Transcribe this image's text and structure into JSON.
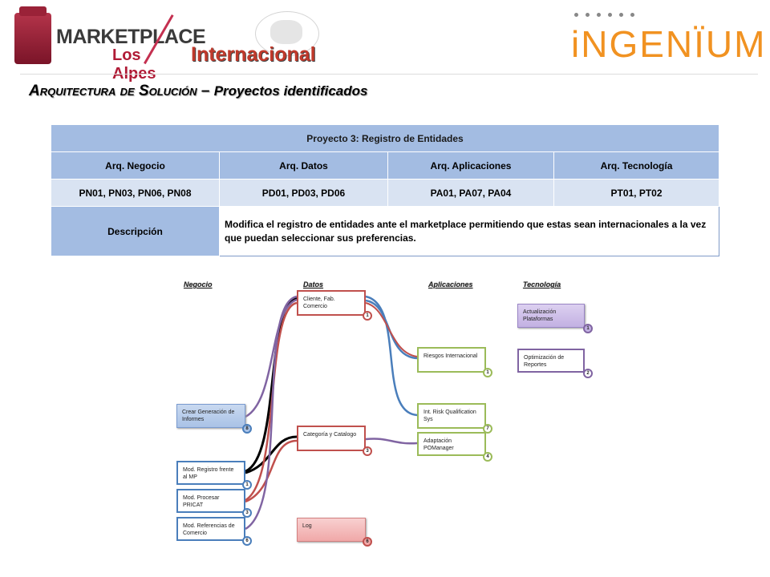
{
  "header": {
    "logo_main": "MARKETPLACE",
    "logo_sub": "Los Alpes",
    "logo_tag": "Internacional",
    "partner_logo": "iNGENÏUM"
  },
  "title": {
    "main": "Arquitectura de Solución –",
    "sub": "Proyectos identificados"
  },
  "table": {
    "header": "Proyecto 3: Registro de Entidades",
    "columns": [
      "Arq. Negocio",
      "Arq. Datos",
      "Arq. Aplicaciones",
      "Arq. Tecnología"
    ],
    "codes": [
      "PN01, PN03, PN06, PN08",
      "PD01, PD03, PD06",
      "PA01, PA07, PA04",
      "PT01, PT02"
    ],
    "desc_label": "Descripción",
    "desc_value": "Modifica el registro de entidades ante el marketplace permitiendo que estas sean internacionales a la vez que puedan seleccionar sus preferencias."
  },
  "diagram": {
    "columns": {
      "negocio": "Negocio",
      "datos": "Datos",
      "aplicaciones": "Aplicaciones",
      "tecnologia": "Tecnología"
    },
    "nodes": {
      "cliente": {
        "label": "Cliente, Fab. Comercio",
        "badge": "1"
      },
      "categoria": {
        "label": "Categoría y Catalogo",
        "badge": "3"
      },
      "log": {
        "label": "Log",
        "badge": "6"
      },
      "riesgos": {
        "label": "Riesgos Internacional",
        "badge": "1"
      },
      "intrisk": {
        "label": "Int. Risk Qualification Sys",
        "badge": "7"
      },
      "adaptacion": {
        "label": "Adaptación POManager",
        "badge": "4"
      },
      "actualizacion": {
        "label": "Actualización Plataformas",
        "badge": "1"
      },
      "optimizacion": {
        "label": "Optimización de Reportes",
        "badge": "2"
      },
      "crear": {
        "label": "Crear Generación de Informes",
        "badge": "8"
      },
      "registro": {
        "label": "Mod. Registro frente al MP",
        "badge": "1"
      },
      "procesar": {
        "label": "Mod. Procesar PRICAT",
        "badge": "3"
      },
      "referencias": {
        "label": "Mod. Referencias de Comercio",
        "badge": "6"
      }
    }
  },
  "colors": {
    "table_dark": "#a3bce2",
    "table_light": "#d9e3f2",
    "blue": "#4a7ebb",
    "red": "#c0504d",
    "green": "#9bbb59",
    "purple": "#8064a2",
    "accent": "#f19221"
  }
}
